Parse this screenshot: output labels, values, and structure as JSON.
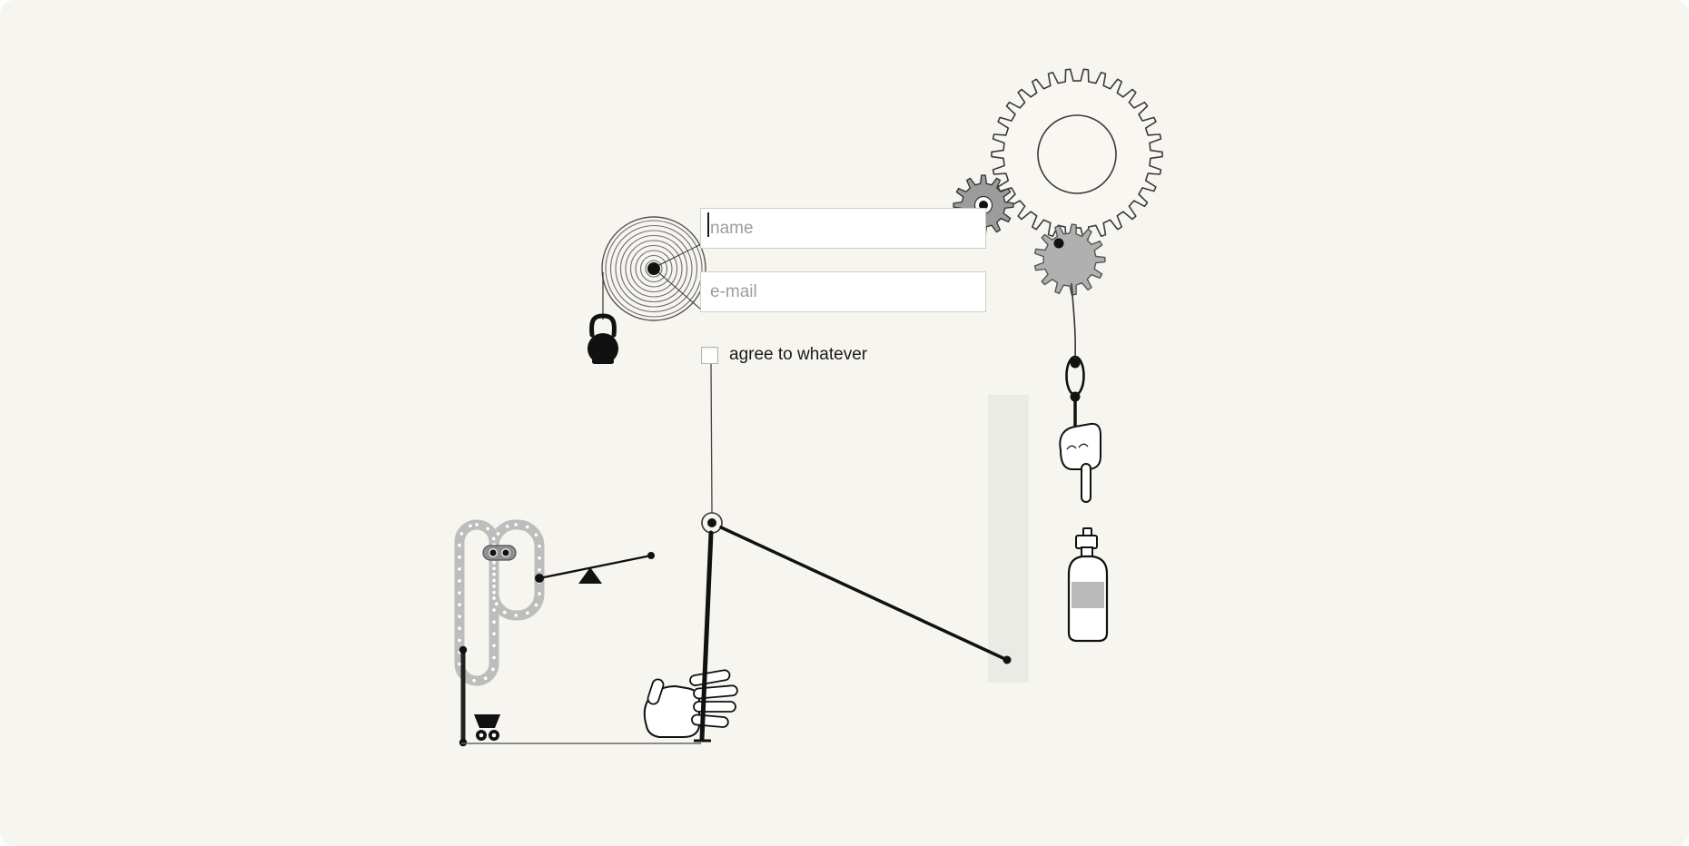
{
  "page": {
    "background_color": "#f7f5ef",
    "surface_color": "#ffffff",
    "ink_color": "#1a1a1a",
    "gray_bar_color": "#ebebe6",
    "chain_gray": "#bdbdbd",
    "gear_gray": "#a9a9a9"
  },
  "form": {
    "fields": [
      {
        "id": "name",
        "placeholder": "name",
        "value": ""
      },
      {
        "id": "email",
        "placeholder": "e-mail",
        "value": ""
      }
    ],
    "agree": {
      "label": "agree to whatever",
      "checked": false
    }
  },
  "machine": {
    "parts": [
      "large-gear-icon",
      "small-gear-icon",
      "medium-gear-icon",
      "spiral-pulley-icon",
      "kettlebell-icon",
      "chain-link-icon",
      "hand-pointing-down-icon",
      "spray-bottle-icon",
      "gray-track-bar",
      "checkbox-pull-rod",
      "pulley-pivot",
      "lever-rod",
      "ground-line",
      "conveyor-chain-icon",
      "chain-cart-icon",
      "connecting-rod",
      "seesaw-icon",
      "mine-cart-icon",
      "open-hand-icon"
    ]
  }
}
